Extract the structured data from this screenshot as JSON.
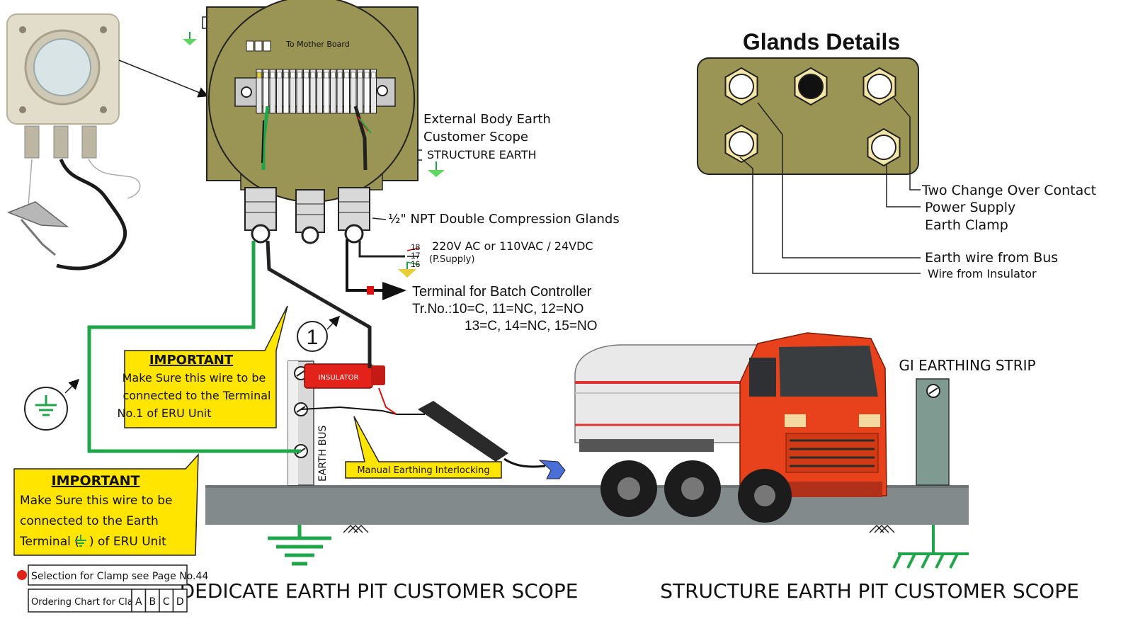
{
  "glands_details": {
    "title": "Glands Details",
    "callouts": [
      "Two Change Over Contact",
      "Power Supply",
      "Earth Clamp",
      "Earth wire from Bus",
      "Wire from Insulator"
    ]
  },
  "junction_box": {
    "mother_board_label": "To Mother Board",
    "external_body_earth": "External Body Earth",
    "customer_scope": "Customer Scope",
    "structure_earth": "STRUCTURE EARTH",
    "glands_label": "½\" NPT Double Compression Glands"
  },
  "power_supply": {
    "terminals": [
      "18",
      "17",
      "16"
    ],
    "label": "220V AC or 110VAC / 24VDC",
    "sub_label": "(P.Supply)"
  },
  "batch_controller": {
    "title": "Terminal for Batch Controller",
    "line1": "Tr.No.:10=C, 11=NC, 12=NO",
    "line2": "13=C, 14=NC, 15=NO"
  },
  "terminal_marker": "1",
  "important_notes": [
    {
      "title": "IMPORTANT",
      "lines": [
        "Make Sure this wire to be",
        "connected to the Terminal",
        "No.1 of ERU Unit"
      ]
    },
    {
      "title": "IMPORTANT",
      "lines": [
        "Make Sure this wire to be",
        "connected to the Earth",
        "Terminal (",
        ") of ERU Unit"
      ]
    }
  ],
  "insulator_label": "INSULATOR",
  "earth_bus_label": "EARTH BUS",
  "manual_interlock_label": "Manual Earthing Interlocking",
  "gi_strip_label": "GI EARTHING STRIP",
  "pit_labels": {
    "dedicated": "DEDICATE EARTH PIT CUSTOMER SCOPE",
    "structure": "STRUCTURE EARTH PIT CUSTOMER SCOPE"
  },
  "ordering": {
    "selection_note": "Selection for Clamp see Page No.44",
    "chart_label": "Ordering Chart for Clamp",
    "options": [
      "A",
      "B",
      "C",
      "D"
    ]
  },
  "colors": {
    "box_fill": "#9a9455",
    "wire_green": "#1fa64a",
    "wire_black": "#1a1a1a",
    "note_yellow": "#ffe500",
    "insulator_red": "#e3231b",
    "truck_orange": "#e8421c",
    "ground_gray": "#838a8c",
    "gi_strip": "#7f9a90"
  }
}
